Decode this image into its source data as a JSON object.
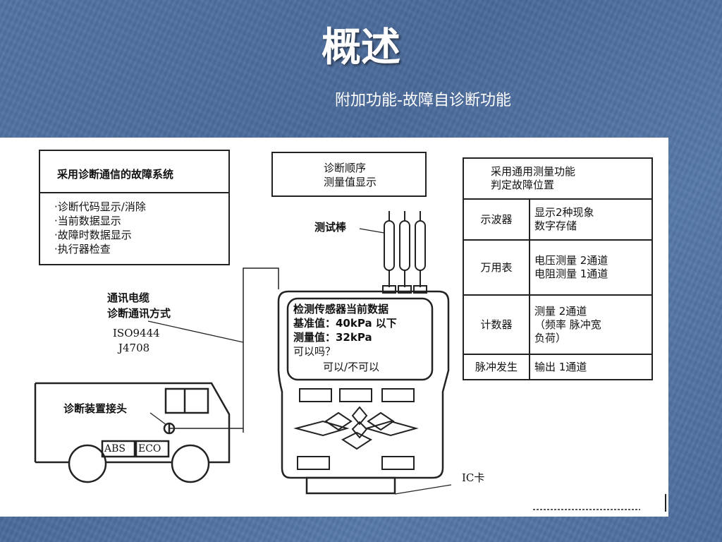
{
  "slide": {
    "title": "概述",
    "subtitle": "附加功能-故障自诊断功能"
  },
  "diagram": {
    "comm_box": {
      "header": "采用诊断通信的故障系统",
      "items": [
        "·诊断代码显示/消除",
        "·当前数据显示",
        "·故障时数据显示",
        "·执行器检查"
      ]
    },
    "sequence_box": {
      "line1": "诊断顺序",
      "line2": "测量值显示"
    },
    "measure_box": {
      "header_line1": "采用通用测量功能",
      "header_line2": "判定故障位置",
      "rows": [
        {
          "name": "示波器",
          "desc1": "显示2种现象",
          "desc2": "数字存储",
          "desc3": ""
        },
        {
          "name": "万用表",
          "desc1": "电压测量  2通道",
          "desc2": "电阻测量  1通道",
          "desc3": ""
        },
        {
          "name": "计数器",
          "desc1": "测量  2通道",
          "desc2": "（频率  脉冲宽",
          "desc3": "负荷）"
        },
        {
          "name": "脉冲发生",
          "desc1": "输出   1通道",
          "desc2": "",
          "desc3": ""
        }
      ]
    },
    "probe_label": "测试棒",
    "cable_label": {
      "line1": "通讯电缆",
      "line2": "诊断通讯方式",
      "std1": "ISO9444",
      "std2": "J4708"
    },
    "connector_label": "诊断装置接头",
    "abs_label": "ABS",
    "eco_label": "ECO",
    "ic_card_label": "IC卡",
    "screen": {
      "line1": "检测传感器当前数据",
      "line2": "基准值：40kPa 以下",
      "line3": "测量值：32kPa",
      "line4": "可以吗？",
      "line5": "可以/不可以"
    }
  }
}
